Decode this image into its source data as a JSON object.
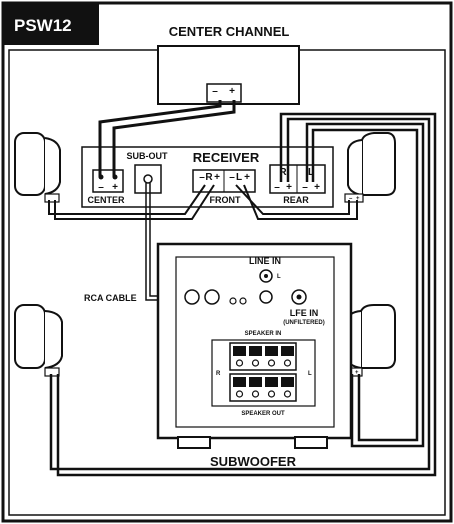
{
  "model_tag": "PSW12",
  "labels": {
    "center_channel": "CENTER CHANNEL",
    "receiver": "RECEIVER",
    "sub_out": "SUB-OUT",
    "center": "CENTER",
    "front": "FRONT",
    "rear": "REAR",
    "rca_cable": "RCA CABLE",
    "line_in": "LINE IN",
    "line_in_l": "L",
    "lfe_in": "LFE IN",
    "unfiltered": "(UNFILTERED)",
    "speaker_in": "SPEAKER IN",
    "speaker_out": "SPEAKER OUT",
    "subwoofer": "SUBWOOFER",
    "panel_r": "R",
    "panel_l": "L"
  },
  "polarity": {
    "minus": "–",
    "plus": "+",
    "front_r": "R",
    "front_l": "L",
    "rear_r": "R",
    "rear_l": "L"
  },
  "colors": {
    "tag_background": "#111111",
    "line": "#111111",
    "background": "#ffffff"
  }
}
